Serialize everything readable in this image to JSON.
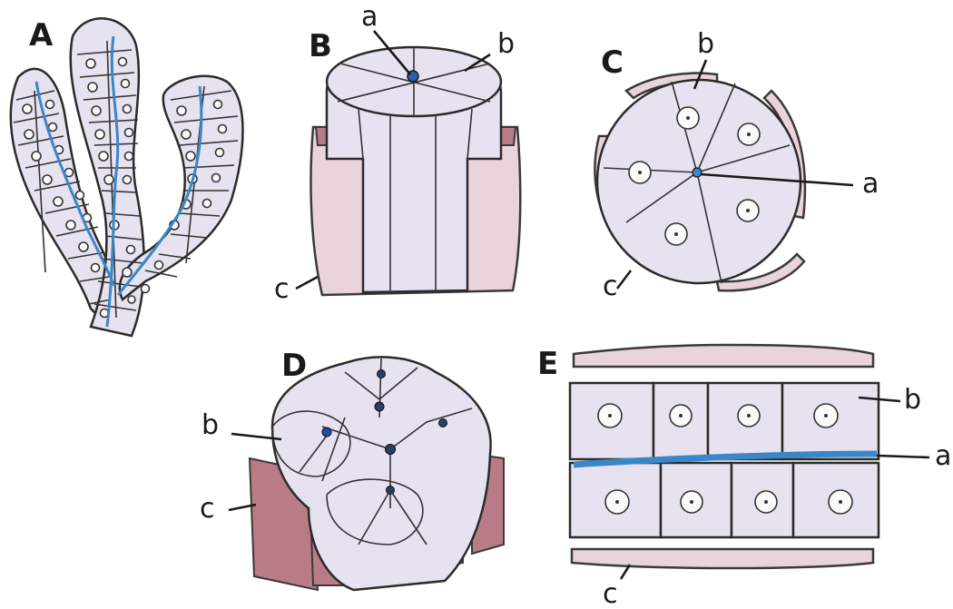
{
  "figure": {
    "panels": [
      {
        "id": "A",
        "label": "A"
      },
      {
        "id": "B",
        "label": "B",
        "parts": [
          "a",
          "b",
          "c"
        ]
      },
      {
        "id": "C",
        "label": "C",
        "parts": [
          "b",
          "a",
          "c"
        ]
      },
      {
        "id": "D",
        "label": "D",
        "parts": [
          "b",
          "c"
        ]
      },
      {
        "id": "E",
        "label": "E",
        "parts": [
          "b",
          "a",
          "c"
        ]
      }
    ]
  },
  "colors": {
    "cell_fill": "#e6e2ef",
    "lumen_blue": "#3b86c9",
    "sheath_pink": "#ead4dc",
    "outline": "#2b2b2b"
  }
}
